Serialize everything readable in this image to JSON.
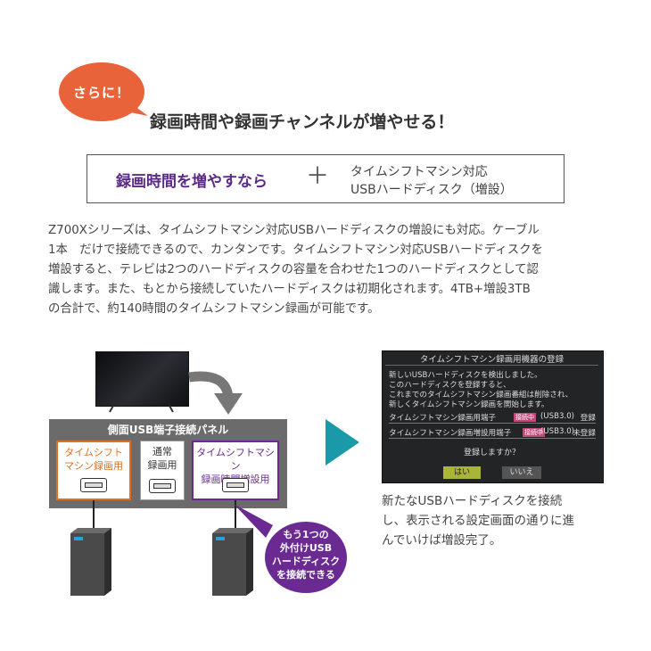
{
  "bubble_text": "さらに！",
  "headline": "録画時間や録画チャンネルが増やせる！",
  "box": {
    "left": "録画時間を増やすなら",
    "plus": "＋",
    "right_line1": "タイムシフトマシン対応",
    "right_line2": "USBハードディスク（増設）"
  },
  "paragraph_lines": [
    "Z700Xシリーズは、タイムシフトマシン対応USBハードディスクの増設にも対応。ケーブル",
    "1本　だけで接続できるので、カンタンです。タイムシフトマシン対応USBハードディスクを",
    "増設すると、テレビは2つのハードディスクの容量を合わせた1つのハードディスクとして認",
    "識します。また、もとから接続していたハードディスクは初期化されます。4TB+増設3TB",
    "の合計で、約140時間のタイムシフトマシン録画が可能です。"
  ],
  "panel": {
    "title": "側面USB端子接続パネル",
    "ports": [
      {
        "line1": "タイムシフト",
        "line2": "マシン録画用"
      },
      {
        "line1": "通常",
        "line2": "録画用"
      },
      {
        "line1": "タイムシフトマシン",
        "line2": "録画時間増設用"
      }
    ]
  },
  "purple_bubble_lines": [
    "もう1つの",
    "外付けUSB",
    "ハードディスク",
    "を接続できる"
  ],
  "screen": {
    "title": "タイムシフトマシン録画用機器の登録",
    "message_lines": [
      "新しいUSBハードディスクを検出しました。",
      "このハードディスクを登録すると、",
      "これまでのタイムシフトマシン録画番組は削除され、",
      "新しくタイムシフトマシン録画を開始します。"
    ],
    "rows": [
      {
        "name": "タイムシフトマシン録画用端子",
        "badge": "接続中",
        "port": "(USB3.0)",
        "status": "登録"
      },
      {
        "name": "タイムシフトマシン録画増設用端子",
        "badge": "接続中",
        "port": "(USB3.0)",
        "status": "未登録"
      }
    ],
    "question": "登録しますか？",
    "yes": "はい",
    "no": "いいえ"
  },
  "caption_lines": [
    "新たなUSBハードディスクを接続",
    "し、表示される設定画面の通りに進",
    "んでいけば増設完了。"
  ],
  "colors": {
    "bubble_orange": "#e8633a",
    "box_purple_text": "#5b2a86",
    "port_orange": "#e07020",
    "port_purple": "#6a2a92",
    "panel_gray": "#6b6b6b",
    "play_teal": "#1a9aa8",
    "yes_button": "#a9b43b"
  }
}
